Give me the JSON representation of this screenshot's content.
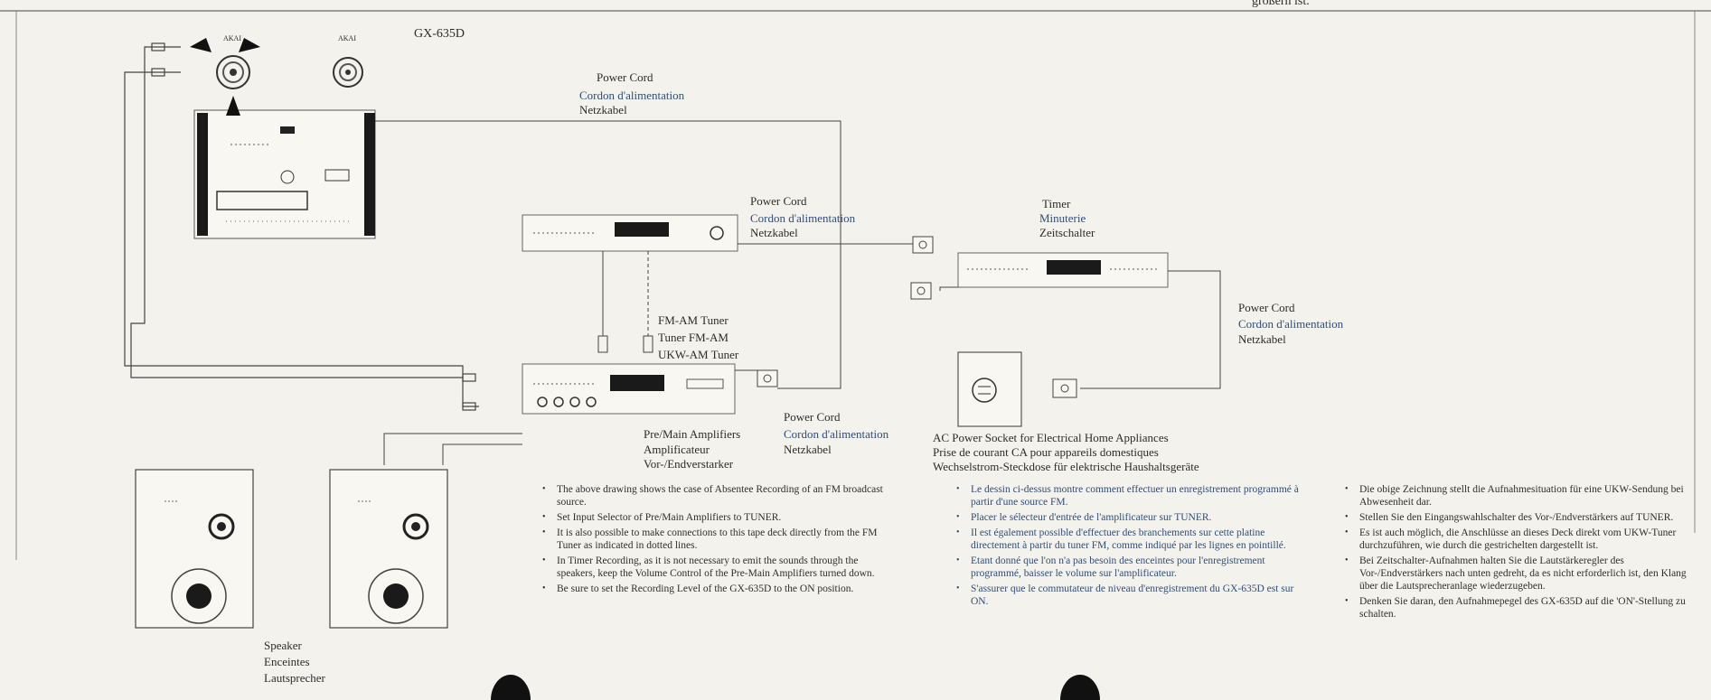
{
  "top_caption": "größern ist.",
  "deck_model": "GX-635D",
  "reel_labels": [
    "AKAI",
    "AKAI"
  ],
  "labels": {
    "power_cord_1": [
      "Power Cord",
      "Cordon d'alimentation",
      "Netzkabel"
    ],
    "power_cord_2": [
      "Power Cord",
      "Cordon d'alimentation",
      "Netzkabel"
    ],
    "power_cord_3": [
      "Power Cord",
      "Cordon d'alimentation",
      "Netzkabel"
    ],
    "power_cord_4_title": "Power Cord",
    "timer": [
      "Timer",
      "Minuterie",
      "Zeitschalter"
    ],
    "fm_tuner": [
      "FM-AM Tuner",
      "Tuner FM-AM",
      "UKW-AM Tuner"
    ],
    "amplifier": [
      "Pre/Main Amplifiers",
      "Amplificateur",
      "Vor-/Endverstarker"
    ],
    "amp_power_cord_fr": "Cordon d'alimentation",
    "amp_power_cord_de": "Netzkabel",
    "ac_socket": [
      "AC Power Socket for Electrical Home Appliances",
      "Prise de courant CA pour appareils domestiques",
      "Wechselstrom-Steckdose für elektrische Haushaltsgeräte"
    ],
    "speaker": [
      "Speaker",
      "Enceintes",
      "Lautsprecher"
    ]
  },
  "notes_en": [
    "The above drawing shows the case of Absentee Recording of an FM broadcast source.",
    "Set Input Selector of Pre/Main Amplifiers to TUNER.",
    "It is also possible to make connections to this tape deck directly from the FM Tuner as indicated in dotted lines.",
    "In Timer Recording, as it is not necessary to emit the sounds through the speakers, keep the Volume Control of the Pre-Main Amplifiers turned down.",
    "Be sure to set the Recording Level of the GX-635D to the ON position."
  ],
  "notes_fr": [
    "Le dessin ci-dessus montre comment effectuer un enregistrement programmé à partir d'une source FM.",
    "Placer le sélecteur d'entrée de l'amplificateur sur TUNER.",
    "Il est également possible d'effectuer des branchements sur cette platine directement à partir du tuner FM, comme indiqué par les lignes en pointillé.",
    "Etant donné que l'on n'a pas besoin des enceintes pour l'enregistrement programmé, baisser le volume sur l'amplificateur.",
    "S'assurer que le commutateur de niveau d'enregistrement du GX-635D est sur ON."
  ],
  "notes_de": [
    "Die obige Zeichnung stellt die Aufnahmesituation für eine UKW-Sendung bei Abwesenheit dar.",
    "Stellen Sie den Eingangswahlschalter des Vor-/Endverstärkers auf TUNER.",
    "Es ist auch möglich, die Anschlüsse an dieses Deck direkt vom UKW-Tuner durchzuführen, wie durch die gestrichelten dargestellt ist.",
    "Bei Zeitschalter-Aufnahmen halten Sie die Lautstärkeregler des Vor-/Endverstärkers nach unten gedreht, da es nicht erforderlich ist, den Klang über die Lautsprecheranlage wiederzugeben.",
    "Denken Sie daran, den Aufnahmepegel des GX-635D auf die 'ON'-Stellung zu schalten."
  ]
}
